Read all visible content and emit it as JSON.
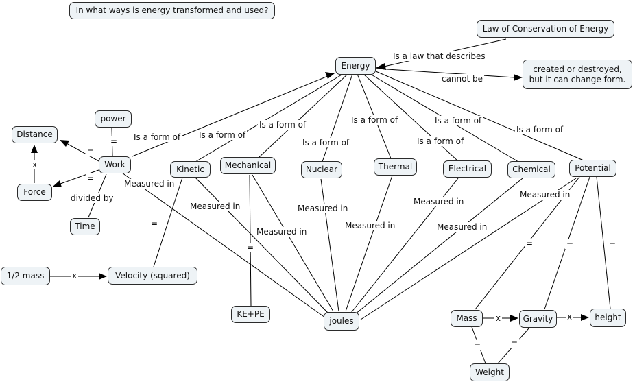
{
  "nodes": {
    "question": "In what ways is energy transformed and used?",
    "law": "Law of Conservation of Energy",
    "energy": "Energy",
    "created": "created or destroyed,\nbut it can change form.",
    "power": "power",
    "distance": "Distance",
    "work": "Work",
    "force": "Force",
    "time": "Time",
    "kinetic": "Kinetic",
    "mechanical": "Mechanical",
    "nuclear": "Nuclear",
    "thermal": "Thermal",
    "electrical": "Electrical",
    "chemical": "Chemical",
    "potential": "Potential",
    "half_mass": "1/2 mass",
    "velocity": "Velocity (squared)",
    "kepe": "KE+PE",
    "joules": "joules",
    "mass": "Mass",
    "gravity": "Gravity",
    "height": "height",
    "weight": "Weight"
  },
  "labels": {
    "law_describes": "Is a law that describes",
    "cannot_be": "cannot be",
    "form_work": "Is a form of",
    "form_kinetic": "Is a form of",
    "form_mechanical": "Is a form of",
    "form_nuclear": "Is a form of",
    "form_thermal": "Is a form of",
    "form_electrical": "Is a form of",
    "form_chemical": "Is a form of",
    "form_potential": "Is a form of",
    "measured_work": "Measured in",
    "measured_kinetic": "Measured in",
    "measured_mechanical": "Measured in",
    "measured_nuclear": "Measured in",
    "measured_thermal": "Measured in",
    "measured_electrical": "Measured in",
    "measured_chemical": "Measured in",
    "measured_potential": "Measured in",
    "divided_by": "divided by",
    "eq_power": "=",
    "eq_distance": "=",
    "eq_force": "=",
    "x_distance_force": "x",
    "eq_kinetic_velocity": "=",
    "x_mass_velocity": "x",
    "eq_mechanical_kepe": "=",
    "eq_potential_mass": "=",
    "eq_potential_gravity": "=",
    "eq_potential_height": "=",
    "x_mass_gravity": "x",
    "x_gravity_height": "x",
    "eq_mass_weight": "=",
    "eq_gravity_weight": "="
  }
}
